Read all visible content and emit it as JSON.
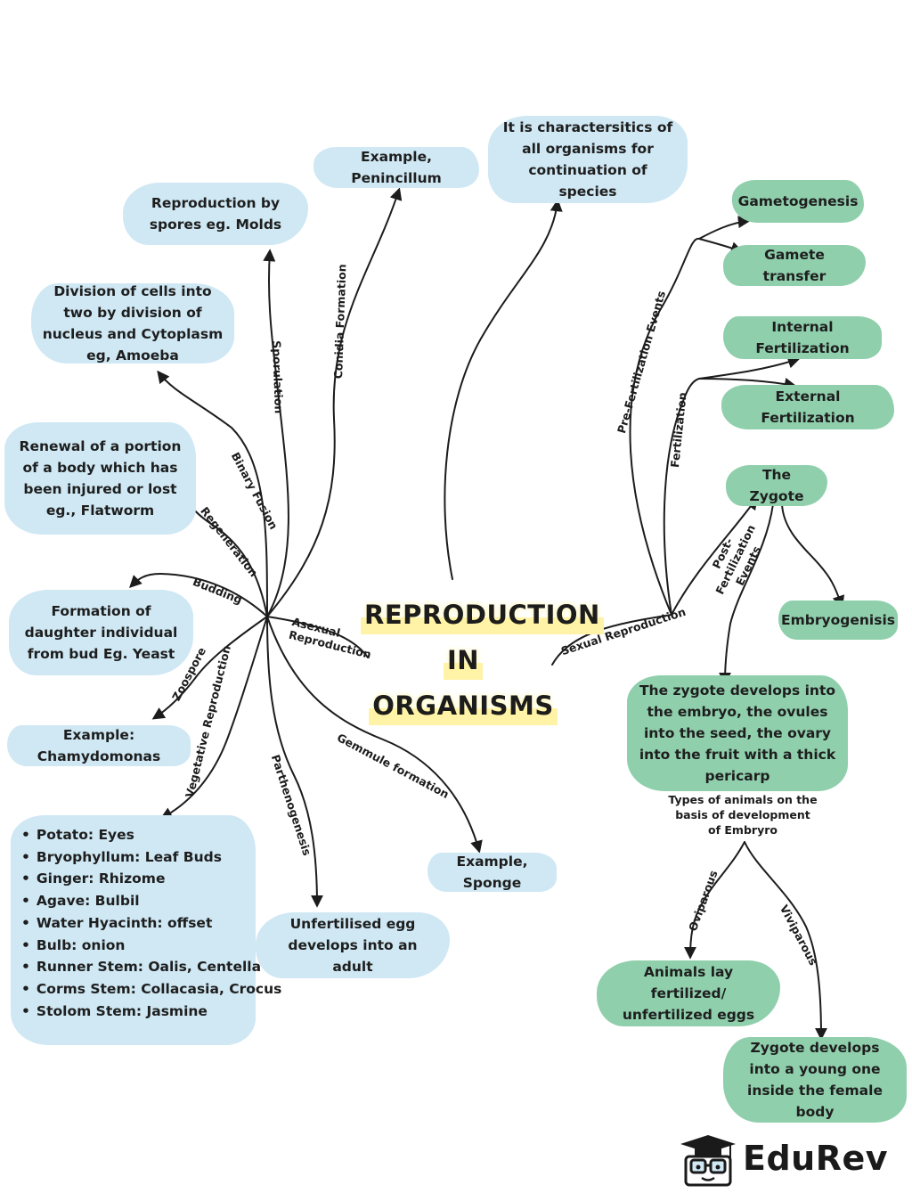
{
  "title": {
    "line1": "REPRODUCTION",
    "line2": "IN",
    "line3": "ORGANISMS"
  },
  "asexual": {
    "branch_label": "Asexual Reproduction",
    "branches": {
      "conidia_formation": {
        "label": "Conidia Formation",
        "node": "Example, Penincillum"
      },
      "sporulation": {
        "label": "Sporulation",
        "node": "Reproduction by spores eg. Molds"
      },
      "binary_fusion": {
        "label": "Binary Fusion",
        "node": "Division of cells into two by division of nucleus and Cytoplasm eg, Amoeba"
      },
      "regeneration": {
        "label": "Regeneration",
        "node": "Renewal of a portion of a body which has been injured or lost eg., Flatworm"
      },
      "budding": {
        "label": "Budding",
        "node": "Formation of daughter individual from bud Eg. Yeast"
      },
      "zoospore": {
        "label": "Zoospore",
        "node": "Example: Chamydomonas"
      },
      "vegetative": {
        "label": "Vegetative Reproduction",
        "items": [
          "Potato: Eyes",
          "Bryophyllum: Leaf Buds",
          "Ginger: Rhizome",
          "Agave: Bulbil",
          "Water Hyacinth: offset",
          "Bulb: onion",
          "Runner Stem: Oalis, Centella",
          "Corms Stem: Collacasia, Crocus",
          "Stolom Stem: Jasmine"
        ]
      },
      "parthenogenesis": {
        "label": "Parthenogenesis",
        "node": "Unfertilised egg develops into an adult"
      },
      "gemmule": {
        "label": "Gemmule formation",
        "node": "Example, Sponge"
      }
    }
  },
  "definition": "It is charactersitics of all organisms for continuation of species",
  "sexual": {
    "branch_label": "Sexual Reproduction",
    "pre_fertilization": {
      "label": "Pre-Fertilization Events",
      "nodes": [
        "Gametogenesis",
        "Gamete transfer"
      ]
    },
    "fertilization": {
      "label": "Fertilization",
      "nodes": [
        "Internal Fertilization",
        "External Fertilization"
      ]
    },
    "post_fertilization": {
      "label": "Post- Fertilization Events",
      "node": "The Zygote"
    },
    "embryogenesis": "Embryogenisis",
    "zygote_develops": "The zygote develops into the embryo, the ovules into the seed, the ovary into the fruit with a thick pericarp",
    "types_caption": "Types of animals on the basis of development of Embryro",
    "oviparous": {
      "label": "Oviparous",
      "node": "Animals lay fertilized/ unfertilized eggs"
    },
    "viviparous": {
      "label": "Viviparous",
      "node": "Zygote develops into a young one inside the female body"
    }
  },
  "logo": {
    "brand": "EduRev"
  },
  "colors": {
    "asexual_node": "#cfe8f4",
    "sexual_node": "#8fcfac",
    "line": "#1c1c1c"
  }
}
